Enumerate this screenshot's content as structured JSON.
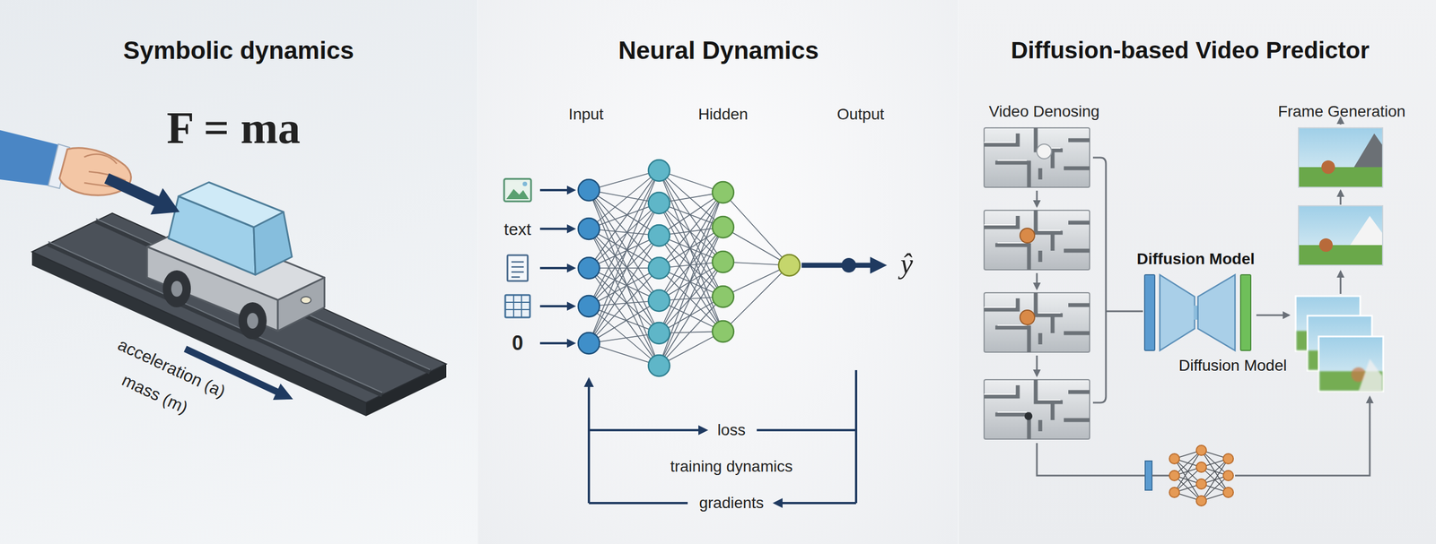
{
  "diagram": {
    "nodes": [
      {
        "text": [
          "Symbolic dynamics"
        ]
      },
      {
        "text": [
          "Neural Dynamics"
        ]
      },
      {
        "text": [
          "Diffusion-based Video Predictor"
        ]
      },
      {
        "text": [
          "Diffusion Model",
          "Diffusion Model"
        ],
        "in": 2
      }
    ],
    "labels": [
      "F = ma",
      "acceleration (a)",
      "mass (m)",
      "Input",
      "Hidden",
      "Output",
      "text",
      "0",
      "ŷ",
      "loss",
      "training dynamics",
      "gradients",
      "Video Denosing",
      "Frame Generation"
    ]
  }
}
